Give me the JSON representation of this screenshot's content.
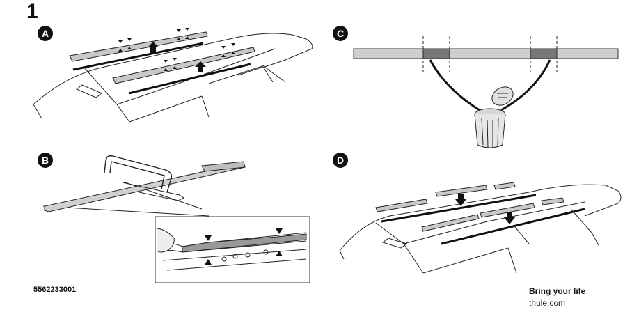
{
  "step": "1",
  "panels": {
    "a": "A",
    "b": "B",
    "c": "C",
    "d": "D"
  },
  "footer": {
    "part_number": "5562233001",
    "tagline": "Bring your life",
    "website": "thule.com"
  }
}
